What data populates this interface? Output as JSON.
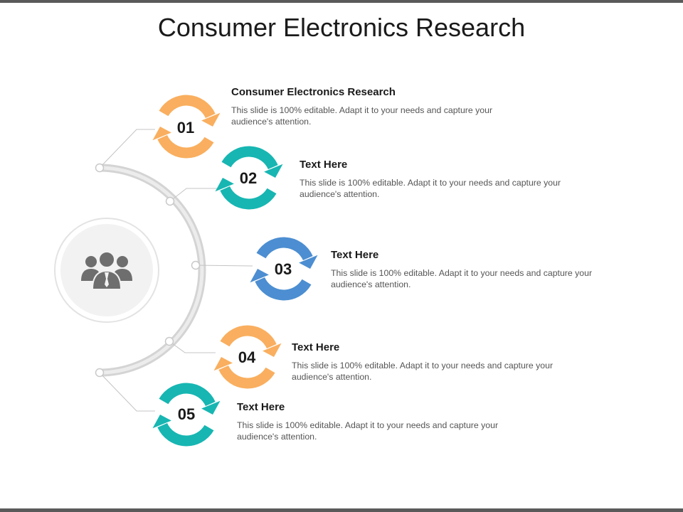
{
  "title": "Consumer Electronics Research",
  "center_icon": "people-group-icon",
  "colors": {
    "orange": "#F9AF5F",
    "teal": "#17B6B2",
    "blue": "#4C8ED1",
    "arc": "#d9d9d9",
    "connector": "#bfbfbf"
  },
  "items": [
    {
      "number": "01",
      "heading": "Consumer Electronics Research",
      "text": "This slide is 100% editable. Adapt it to your needs and capture your audience's attention.",
      "color": "#F9AF5F",
      "icon": "refresh-arrows-icon"
    },
    {
      "number": "02",
      "heading": "Text Here",
      "text": "This slide is 100% editable. Adapt it to your needs and capture your audience's attention.",
      "color": "#17B6B2",
      "icon": "refresh-arrows-icon"
    },
    {
      "number": "03",
      "heading": "Text Here",
      "text": "This slide is 100% editable. Adapt it to your needs and capture your audience's attention.",
      "color": "#4C8ED1",
      "icon": "refresh-arrows-icon"
    },
    {
      "number": "04",
      "heading": "Text Here",
      "text": "This slide is 100% editable. Adapt it to your needs and capture your audience's attention.",
      "color": "#F9AF5F",
      "icon": "refresh-arrows-icon"
    },
    {
      "number": "05",
      "heading": "Text Here",
      "text": "This slide is 100% editable. Adapt it to your needs and capture your audience's attention.",
      "color": "#17B6B2",
      "icon": "refresh-arrows-icon"
    }
  ]
}
